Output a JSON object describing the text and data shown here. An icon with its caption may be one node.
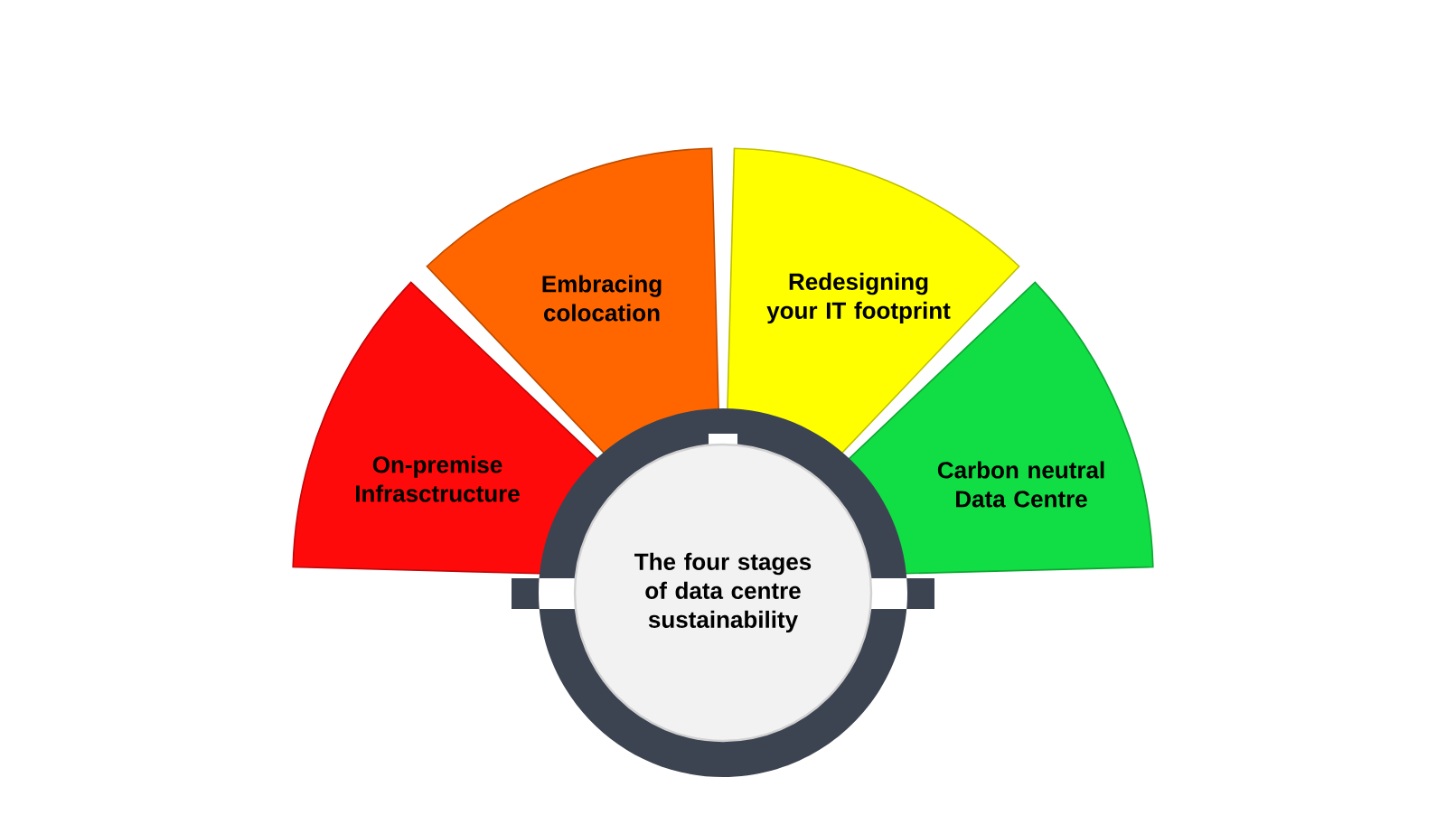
{
  "diagram": {
    "nodes": [
      {
        "text": [
          "On-premise Infrasctructure"
        ]
      },
      {
        "text": [
          "Embracing colocation"
        ]
      },
      {
        "text": [
          "Redesigning your IT footprint"
        ]
      },
      {
        "text": [
          "Carbon neutral Data Centre"
        ]
      },
      {
        "text": [
          "The four stages of data centre sustainability"
        ]
      }
    ]
  }
}
